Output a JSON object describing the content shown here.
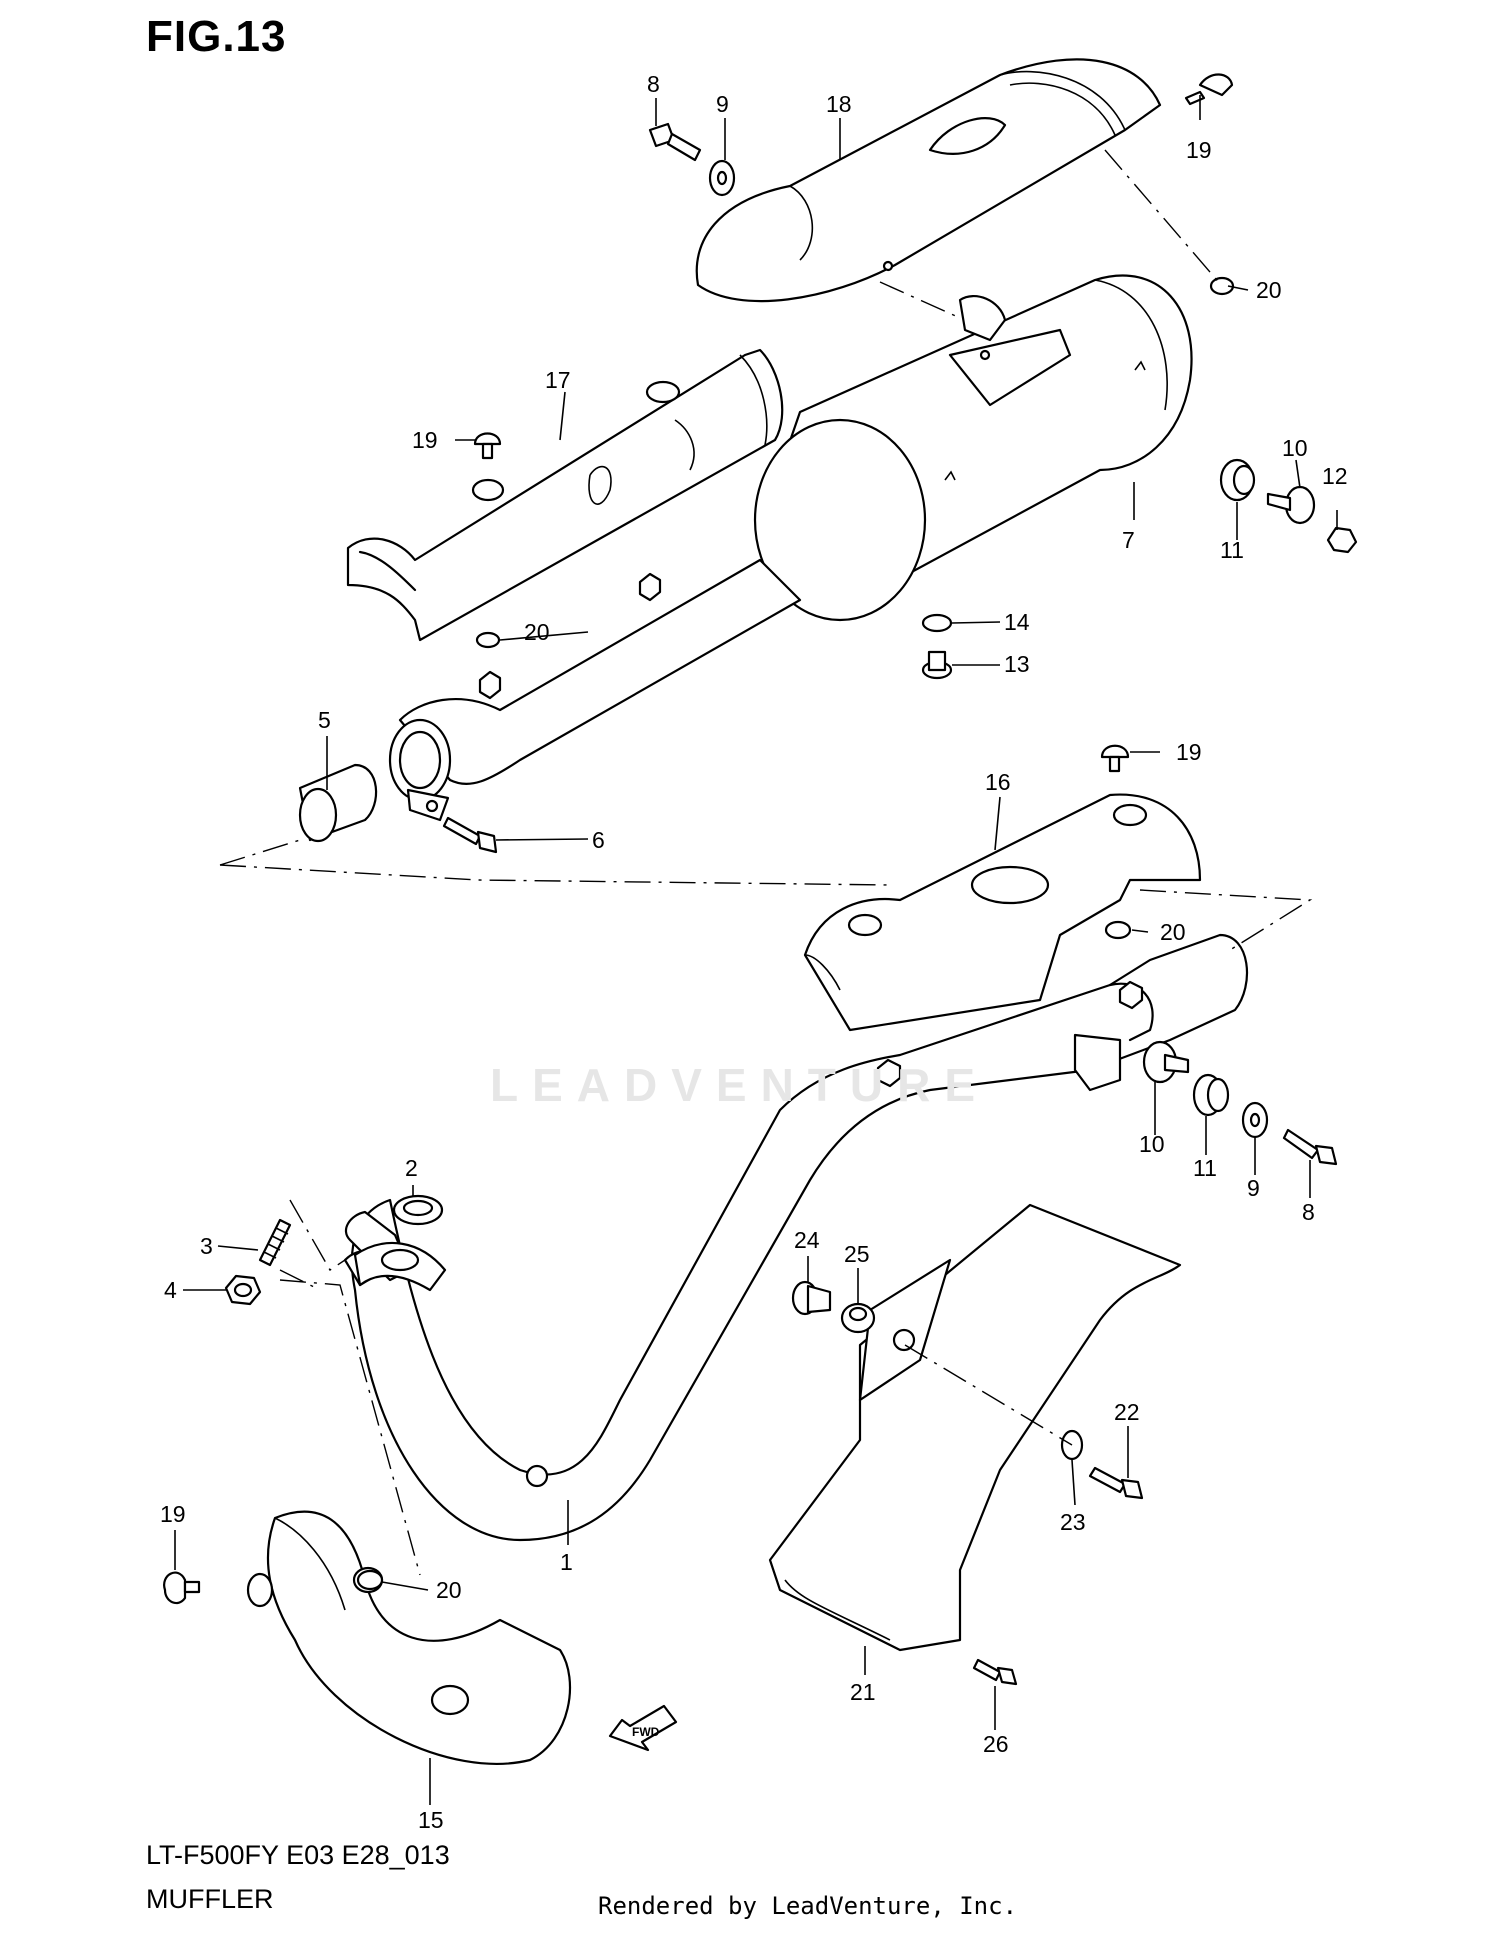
{
  "figure": {
    "title": "FIG.13",
    "model_code": "LT-F500FY E03 E28_013",
    "section_name": "MUFFLER",
    "credit": "Rendered by LeadVenture, Inc.",
    "watermark": "LEADVENTURE",
    "fwd_arrow_label": "FWD"
  },
  "callouts": {
    "c1": "1",
    "c2": "2",
    "c3": "3",
    "c4": "4",
    "c5": "5",
    "c6": "6",
    "c7": "7",
    "c8a": "8",
    "c8b": "8",
    "c9a": "9",
    "c9b": "9",
    "c10a": "10",
    "c10b": "10",
    "c11a": "11",
    "c11b": "11",
    "c12": "12",
    "c13": "13",
    "c14": "14",
    "c15": "15",
    "c16": "16",
    "c17": "17",
    "c18": "18",
    "c19a": "19",
    "c19b": "19",
    "c19c": "19",
    "c19d": "19",
    "c20a": "20",
    "c20b": "20",
    "c20c": "20",
    "c20d": "20",
    "c21": "21",
    "c22": "22",
    "c23": "23",
    "c24": "24",
    "c25": "25",
    "c26": "26"
  }
}
